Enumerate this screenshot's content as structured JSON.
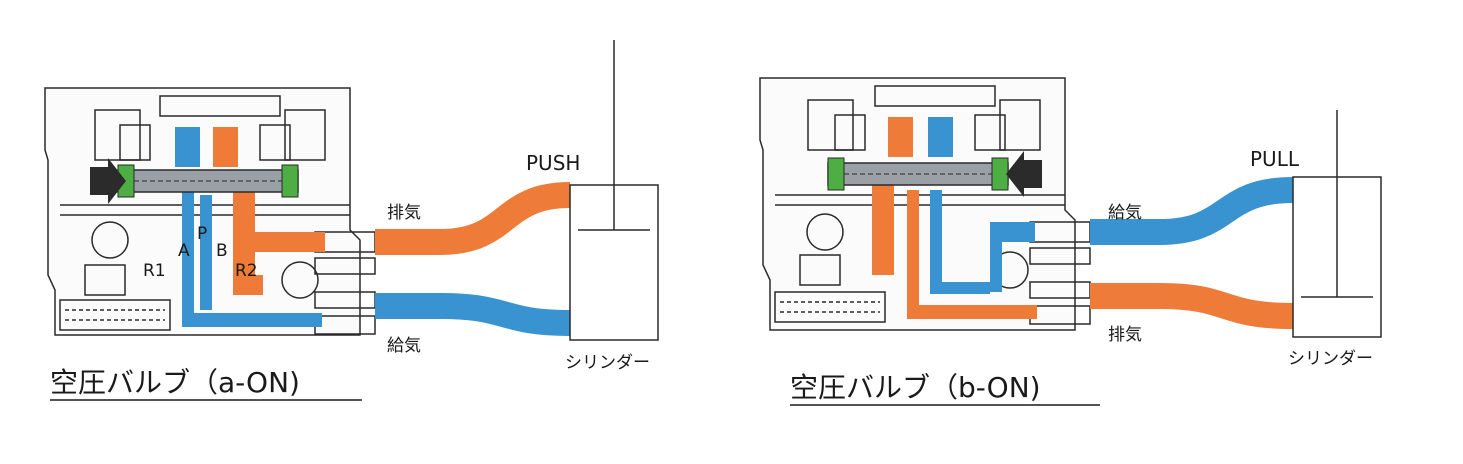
{
  "colors": {
    "supply": "#3a93d1",
    "exhaust": "#ee7b38",
    "spool": "#9aa0a6",
    "seal": "#4fae43",
    "arrow": "#2b2b2b",
    "body_line": "#2a2a2a"
  },
  "left": {
    "title": "空圧バルブ（a-ON)",
    "action": "PUSH",
    "exhaust_label": "排気",
    "supply_label": "給気",
    "cylinder_label": "シリンダー",
    "ports": {
      "r1": "R1",
      "a": "A",
      "p": "P",
      "b": "B",
      "r2": "R2"
    }
  },
  "right": {
    "title": "空圧バルブ（b-ON)",
    "action": "PULL",
    "supply_label": "給気",
    "exhaust_label": "排気",
    "cylinder_label": "シリンダー"
  }
}
